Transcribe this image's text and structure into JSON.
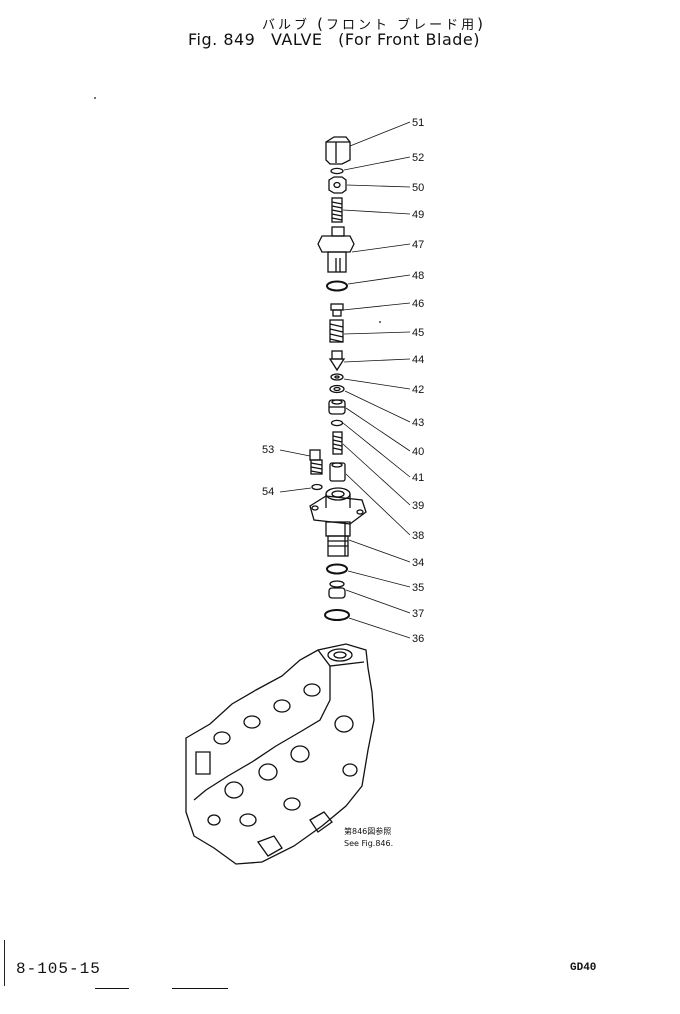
{
  "title": {
    "japanese": "バルブ",
    "japanese_sub": "フロント ブレード用",
    "fig_label": "Fig. 849",
    "name": "VALVE",
    "sub": "For Front Blade"
  },
  "part_labels": [
    "51",
    "52",
    "50",
    "49",
    "47",
    "48",
    "46",
    "45",
    "44",
    "42",
    "43",
    "40",
    "41",
    "39",
    "38",
    "34",
    "35",
    "37",
    "36",
    "53",
    "54"
  ],
  "see_note": {
    "japanese": "第846図参照",
    "english": "See Fig.846."
  },
  "footer": {
    "page_code": "8-105-15",
    "model_code": "GD40"
  }
}
